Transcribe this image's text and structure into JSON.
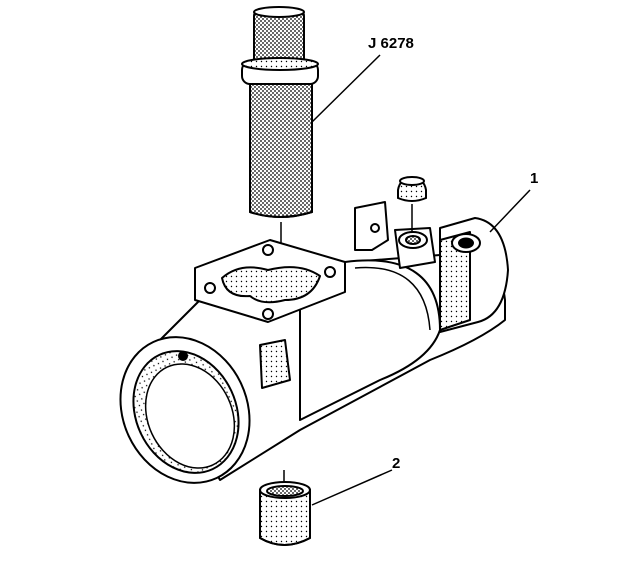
{
  "callouts": {
    "tool": "J 6278",
    "part_1": "1",
    "part_2": "2"
  },
  "colors": {
    "ink": "#000000",
    "paper": "#ffffff",
    "shade": "#bdbdbd"
  }
}
